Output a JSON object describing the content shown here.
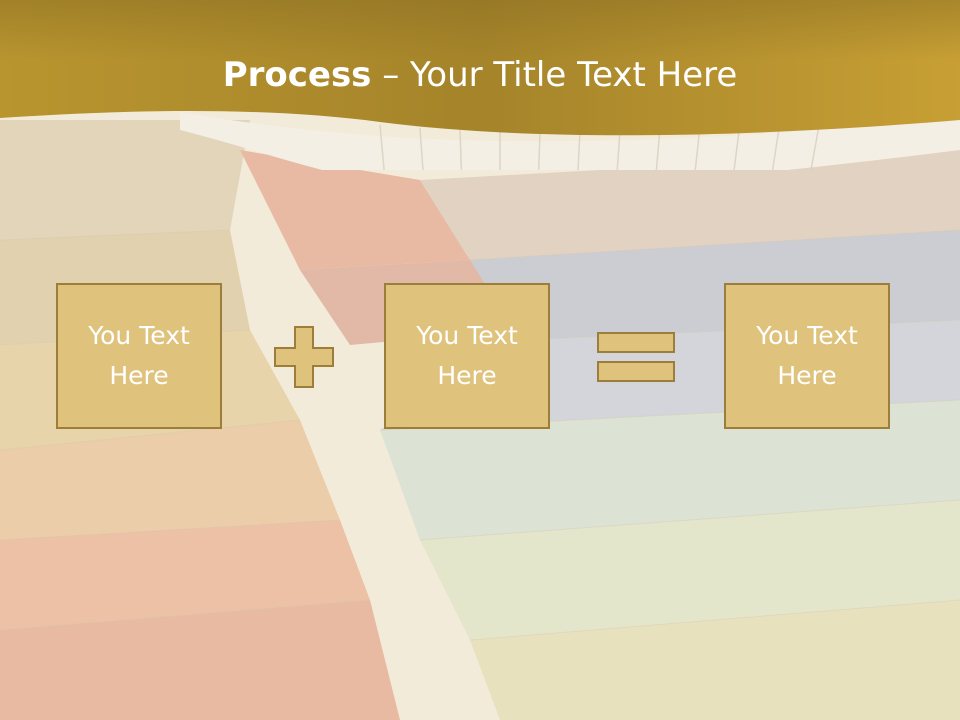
{
  "slide": {
    "title_bold": "Process",
    "title_rest": " – Your Title Text Here",
    "boxes": [
      {
        "text": "You Text\nHere"
      },
      {
        "text": "You Text\nHere"
      },
      {
        "text": "You Text\nHere"
      }
    ],
    "operators": [
      "plus",
      "equals"
    ]
  },
  "colors": {
    "header_gold": "#b58d2a",
    "box_fill": "#dfc27c",
    "box_border": "#9c7d3a",
    "text": "#ffffff"
  }
}
